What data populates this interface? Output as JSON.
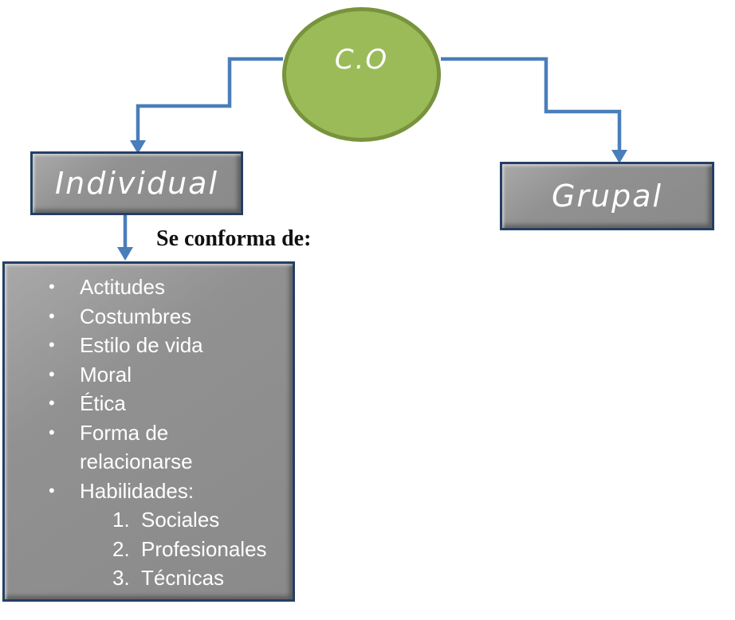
{
  "colors": {
    "green-fill": "#9BBB59",
    "green-border": "#77933C",
    "connector-blue": "#4A7EBB",
    "box-gray": "#8F8F8F",
    "box-border-navy": "#243F66",
    "text-white": "#FFFFFF",
    "annotation-black": "#111111"
  },
  "nodes": {
    "root": {
      "label": "C.O"
    },
    "individual": {
      "label": "Individual"
    },
    "grupal": {
      "label": "Grupal"
    }
  },
  "annotation": {
    "text": "Se conforma de:"
  },
  "list": {
    "bullet_glyph": "•",
    "items": [
      "Actitudes",
      "Costumbres",
      "Estilo de vida",
      "Moral",
      "Ética",
      "Forma de relacionarse",
      "Habilidades:"
    ],
    "sub_items": [
      {
        "num": "1.",
        "label": "Sociales"
      },
      {
        "num": "2.",
        "label": "Profesionales"
      },
      {
        "num": "3.",
        "label": "Técnicas"
      }
    ]
  }
}
